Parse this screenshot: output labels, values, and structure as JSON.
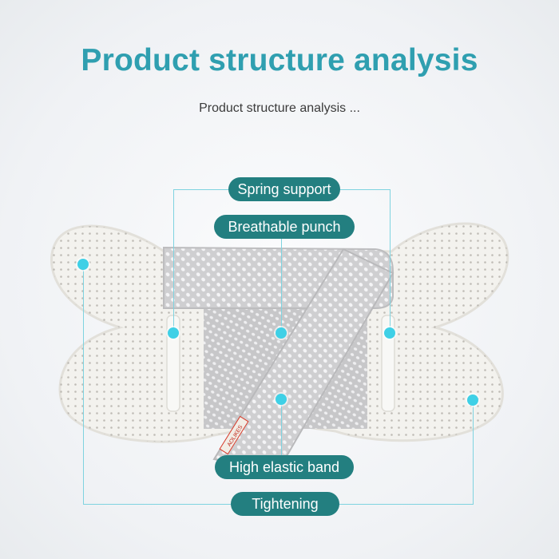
{
  "title": "Product structure analysis",
  "subtitle": "Product structure analysis ...",
  "labels": {
    "spring_support": "Spring support",
    "breathable_punch": "Breathable punch",
    "high_elastic_band": "High elastic band",
    "tightening": "Tightening"
  },
  "brand_tag": "AOLIKES",
  "colors": {
    "title": "#2f9fb0",
    "pill_bg": "#237f80",
    "dot": "#3fd0e6",
    "leader_line": "#7fd3e0"
  }
}
